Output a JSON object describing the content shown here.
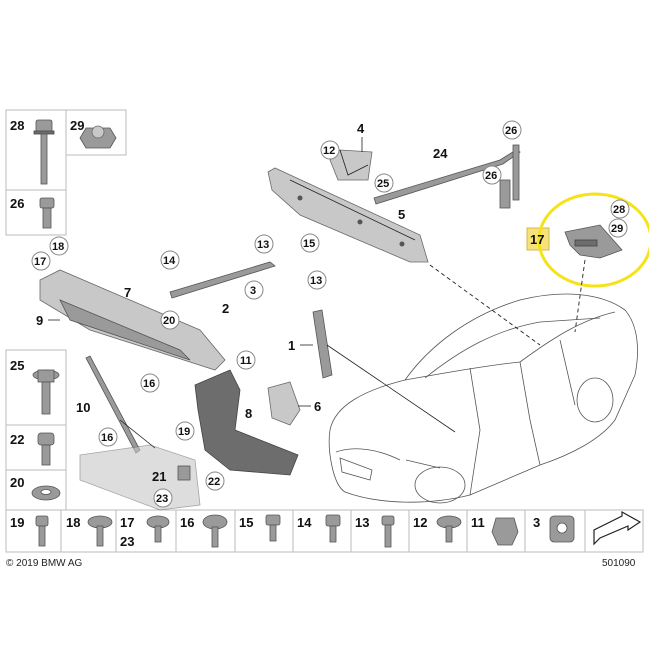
{
  "diagram": {
    "callouts": {
      "c1": "1",
      "c2": "2",
      "c3": "3",
      "c4": "4",
      "c5": "5",
      "c6": "6",
      "c7": "7",
      "c8": "8",
      "c9": "9",
      "c10": "10",
      "c11": "11",
      "c12": "12",
      "c13a": "13",
      "c13b": "13",
      "c14": "14",
      "c15": "15",
      "c16a": "16",
      "c16b": "16",
      "c17a": "17",
      "c17b": "17",
      "c18": "18",
      "c19": "19",
      "c20": "20",
      "c21": "21",
      "c22": "22",
      "c23": "23",
      "c24": "24",
      "c25": "25",
      "c26a": "26",
      "c26b": "26",
      "c28": "28",
      "c29": "29"
    },
    "left_grid": {
      "r1a": "28",
      "r1b": "29",
      "r2": "26",
      "r3": "25",
      "r4": "22",
      "r5": "20"
    },
    "bottom_row": [
      "19",
      "18",
      "17",
      "16",
      "15",
      "14",
      "13",
      "12",
      "11",
      "3"
    ],
    "bottom_row_extra": "23",
    "copyright": "© 2019 BMW AG",
    "drawing_number": "501090",
    "highlight_color": "#f5e31a",
    "label_color": "#f5e27a"
  }
}
